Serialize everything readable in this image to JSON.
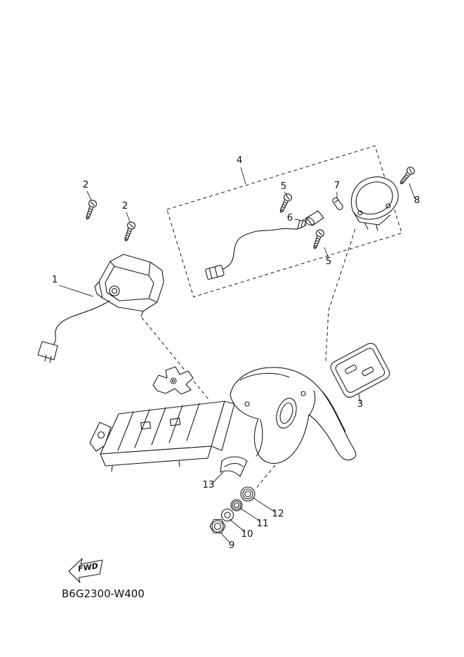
{
  "diagram": {
    "code": "B6G2300-W400",
    "fwd_label": "FWD",
    "callouts": [
      {
        "label": "1"
      },
      {
        "label": "2"
      },
      {
        "label": "2"
      },
      {
        "label": "3"
      },
      {
        "label": "4"
      },
      {
        "label": "5"
      },
      {
        "label": "5"
      },
      {
        "label": "6"
      },
      {
        "label": "7"
      },
      {
        "label": "8"
      },
      {
        "label": "9"
      },
      {
        "label": "10"
      },
      {
        "label": "11"
      },
      {
        "label": "12"
      },
      {
        "label": "13"
      }
    ]
  }
}
